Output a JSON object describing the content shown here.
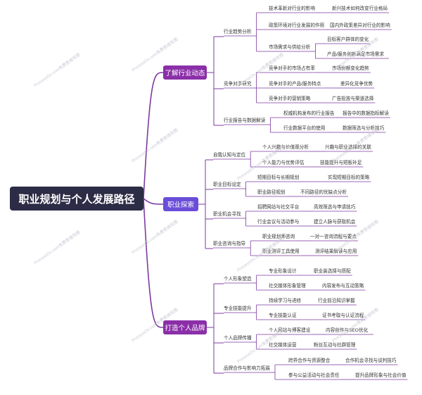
{
  "root": "职业规划与个人发展路径",
  "watermark": "ProcessOn.com免费思维导图",
  "colors": {
    "line": "#7c3aa0",
    "root": "#2d2c46",
    "b1": "#8b2fa8",
    "b2": "#6a4dd8",
    "b3": "#8b2fa8"
  },
  "branches": [
    {
      "label": "了解行业动态",
      "children": [
        {
          "label": "行业趋势分析",
          "children": [
            {
              "label": "技术革新对行业的影响",
              "children": [
                {
                  "label": "新兴技术如何改变行业格局"
                }
              ]
            },
            {
              "label": "政策环境对行业发展的作用",
              "children": [
                {
                  "label": "国内外政策差异对行业的影响"
                }
              ]
            },
            {
              "label": "市场需求与供给分析",
              "children": [
                {
                  "label": "目标客户群体的变化"
                },
                {
                  "label": "产品/服务创新满足市场需求"
                }
              ]
            }
          ]
        },
        {
          "label": "竞争对手研究",
          "children": [
            {
              "label": "竞争对手的市场占有率",
              "children": [
                {
                  "label": "市场份额变化趋势"
                }
              ]
            },
            {
              "label": "竞争对手的产品/服务特点",
              "children": [
                {
                  "label": "差异化竞争优势"
                }
              ]
            },
            {
              "label": "竞争对手的营销策略",
              "children": [
                {
                  "label": "广告投放与渠道选择"
                }
              ]
            }
          ]
        },
        {
          "label": "行业报告与数据解读",
          "children": [
            {
              "label": "权威机构发布的行业报告",
              "children": [
                {
                  "label": "报告中的数据指标解读"
                }
              ]
            },
            {
              "label": "行业数据平台的使用",
              "children": [
                {
                  "label": "数据筛选与分析技巧"
                }
              ]
            }
          ]
        }
      ]
    },
    {
      "label": "职业探索",
      "children": [
        {
          "label": "自我认知与定位",
          "children": [
            {
              "label": "个人兴趣与价值观分析",
              "children": [
                {
                  "label": "兴趣与职业选择的关联"
                }
              ]
            },
            {
              "label": "个人能力与优势评估",
              "children": [
                {
                  "label": "技能提升与短板补足"
                }
              ]
            }
          ]
        },
        {
          "label": "职业目标设定",
          "children": [
            {
              "label": "短期目标与长期规划",
              "children": [
                {
                  "label": "实现短期目标的策略"
                }
              ]
            },
            {
              "label": "职业路径规划",
              "children": [
                {
                  "label": "不同路径的优缺点分析"
                }
              ]
            }
          ]
        },
        {
          "label": "职业机会寻找",
          "children": [
            {
              "label": "招聘网站与社交平台",
              "children": [
                {
                  "label": "高效筛选与申请技巧"
                }
              ]
            },
            {
              "label": "行业会议与活动参与",
              "children": [
                {
                  "label": "建立人脉与获取机会"
                }
              ]
            }
          ]
        },
        {
          "label": "职业咨询与指导",
          "children": [
            {
              "label": "职业规划师咨询",
              "children": [
                {
                  "label": "一对一咨询流程与要点"
                }
              ]
            },
            {
              "label": "职业测评工具使用",
              "children": [
                {
                  "label": "测评结果解读与应用"
                }
              ]
            }
          ]
        }
      ]
    },
    {
      "label": "打造个人品牌",
      "children": [
        {
          "label": "个人形象塑造",
          "children": [
            {
              "label": "专业形象设计",
              "children": [
                {
                  "label": "职业装选择与搭配"
                }
              ]
            },
            {
              "label": "社交媒体形象管理",
              "children": [
                {
                  "label": "内容发布与互动策略"
                }
              ]
            }
          ]
        },
        {
          "label": "专业技能提升",
          "children": [
            {
              "label": "持续学习与进修",
              "children": [
                {
                  "label": "行业前沿知识掌握"
                }
              ]
            },
            {
              "label": "专业技能认证",
              "children": [
                {
                  "label": "证书考取与认证流程"
                }
              ]
            }
          ]
        },
        {
          "label": "个人品牌传播",
          "children": [
            {
              "label": "个人网站与博客建设",
              "children": [
                {
                  "label": "内容创作与SEO优化"
                }
              ]
            },
            {
              "label": "社交媒体运营",
              "children": [
                {
                  "label": "粉丝互动与社群管理"
                }
              ]
            }
          ]
        },
        {
          "label": "品牌合作与影响力拓展",
          "children": [
            {
              "label": "跨界合作与资源整合",
              "children": [
                {
                  "label": "合作机会寻找与谈判技巧"
                }
              ]
            },
            {
              "label": "参与公益活动与社会责任",
              "children": [
                {
                  "label": "提升品牌形象与社会价值"
                }
              ]
            }
          ]
        }
      ]
    }
  ]
}
